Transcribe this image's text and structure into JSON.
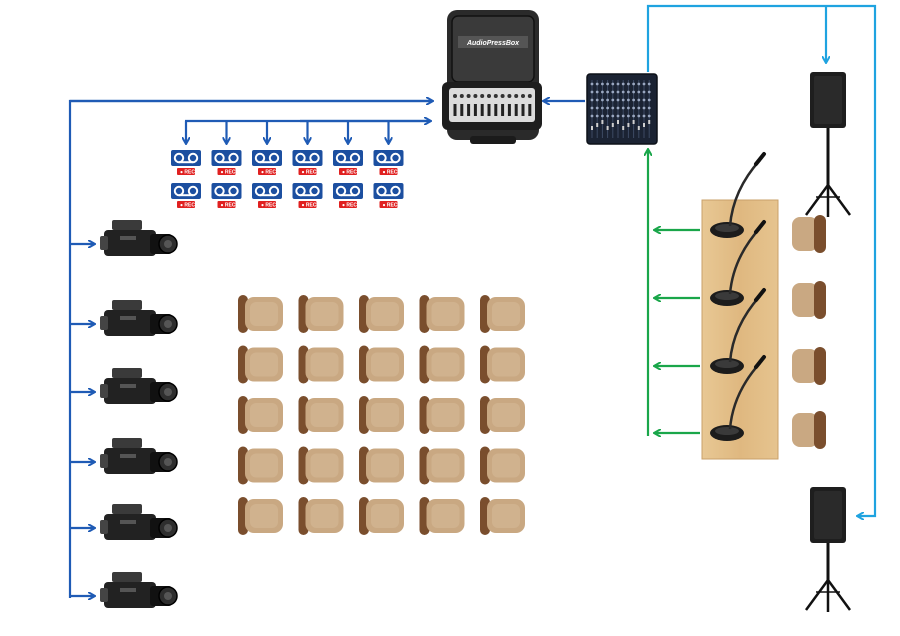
{
  "device": {
    "brand_label": "AudioPressBox",
    "name": "audio-press-box"
  },
  "recorders": {
    "rows": 2,
    "columns": 6,
    "badge_label": "REC"
  },
  "cameras": {
    "count": 6
  },
  "audience": {
    "rows": 5,
    "columns": 5
  },
  "panel": {
    "microphones": 4,
    "chairs": 4
  },
  "speakers": {
    "count": 2
  },
  "colors": {
    "camera_feed": "#1f5bb5",
    "speaker_feed": "#1fa3e0",
    "mic_feed": "#1aa64a",
    "recorder_icon": "#1c4fa0",
    "rec_badge": "#e02020",
    "chair": "#c9a882",
    "chair_back": "#7a4e2d",
    "table": "#e3bf8a",
    "equipment": "#222222"
  }
}
